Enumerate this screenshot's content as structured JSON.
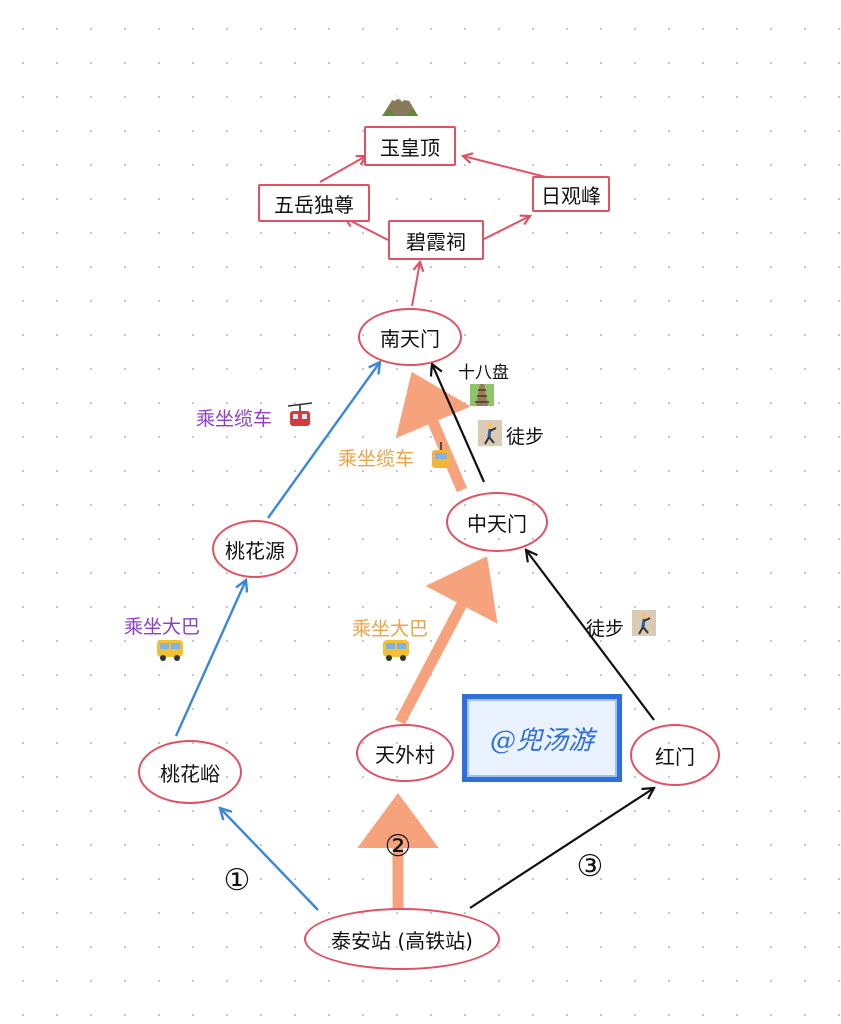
{
  "nodes": {
    "yuhuangding": "玉皇顶",
    "wuyueduzun": "五岳独尊",
    "riguanfeng": "日观峰",
    "bixiaci": "碧霞祠",
    "nantianmen": "南天门",
    "taohuayuan": "桃花源",
    "zhongtianmen": "中天门",
    "taohuayu": "桃花峪",
    "tianwaicun": "天外村",
    "hongmen": "红门",
    "taian_station": "泰安站 (高铁站)"
  },
  "labels": {
    "cable_car_1": "乘坐缆车",
    "cable_car_2": "乘坐缆车",
    "bus_1": "乘坐大巴",
    "bus_2": "乘坐大巴",
    "eighteen_bends": "十八盘",
    "walk_1": "徒步",
    "walk_2": "徒步"
  },
  "route_numbers": {
    "route_1": "①",
    "route_2": "②",
    "route_3": "③"
  },
  "watermark": "@兜汤游",
  "colors": {
    "node_border": "#e05163",
    "route1_arrow": "#3a86d9",
    "route2_arrow": "#f6a37d",
    "route3_arrow": "#111111",
    "summit_arrow": "#e05163",
    "purple_text": "#8b3fc4",
    "orange_text": "#eba346",
    "stamp_blue": "#2f6fd6"
  },
  "icons": [
    "mountain-icon",
    "cable-car-icon",
    "bus-icon",
    "railway-icon",
    "climber-icon"
  ]
}
